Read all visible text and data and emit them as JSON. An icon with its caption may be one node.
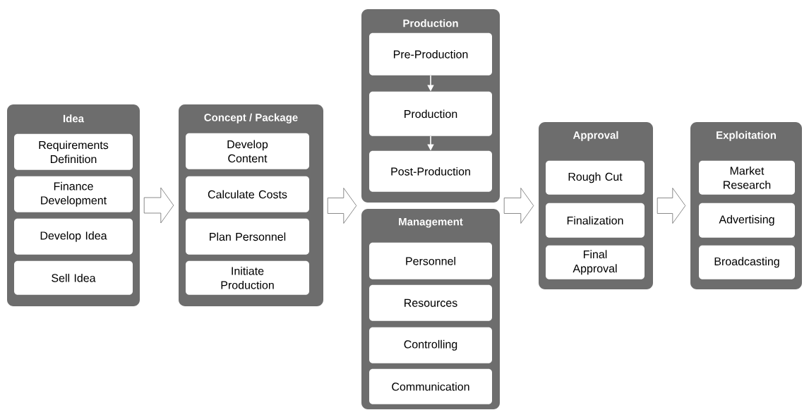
{
  "diagram": {
    "nodes": [
      {
        "text": [
          "Idea"
        ]
      },
      {
        "text": [
          "Requirements Definition"
        ],
        "in": 0
      },
      {
        "text": [
          "Finance Development"
        ],
        "in": 0
      },
      {
        "text": [
          "Develop Idea"
        ],
        "in": 0
      },
      {
        "text": [
          "Sell Idea"
        ],
        "in": 0
      },
      {
        "text": [
          "Concept / Package"
        ]
      },
      {
        "text": [
          "Develop Content"
        ],
        "in": 5
      },
      {
        "text": [
          "Calculate Costs"
        ],
        "in": 5
      },
      {
        "text": [
          "Plan Personnel"
        ],
        "in": 5
      },
      {
        "text": [
          "Initiate Production"
        ],
        "in": 5
      },
      {
        "text": [
          "Production"
        ]
      },
      {
        "text": [
          "Pre-Production"
        ],
        "in": 10
      },
      {
        "text": [
          "Production"
        ],
        "in": 10
      },
      {
        "text": [
          "Post-Production"
        ],
        "in": 10
      },
      {
        "text": [
          "Management"
        ]
      },
      {
        "text": [
          "Personnel"
        ],
        "in": 14
      },
      {
        "text": [
          "Resources"
        ],
        "in": 14
      },
      {
        "text": [
          "Controlling"
        ],
        "in": 14
      },
      {
        "text": [
          "Communication"
        ],
        "in": 14
      },
      {
        "text": [
          "Approval"
        ]
      },
      {
        "text": [
          "Rough Cut"
        ],
        "in": 19
      },
      {
        "text": [
          "Finalization"
        ],
        "in": 19
      },
      {
        "text": [
          "Final Approval"
        ],
        "in": 19
      },
      {
        "text": [
          "Exploitation"
        ]
      },
      {
        "text": [
          "Market Research"
        ],
        "in": 23
      },
      {
        "text": [
          "Advertising"
        ],
        "in": 23
      },
      {
        "text": [
          "Broadcasting"
        ],
        "in": 23
      }
    ],
    "edges": [
      {
        "from": 0,
        "to": 5,
        "arrow": "to"
      },
      {
        "from": 5,
        "to": 10,
        "arrow": "to"
      },
      {
        "from": 5,
        "to": 14,
        "arrow": "to"
      },
      {
        "from": 10,
        "to": 19,
        "arrow": "to"
      },
      {
        "from": 14,
        "to": 19,
        "arrow": "to"
      },
      {
        "from": 19,
        "to": 23,
        "arrow": "to"
      },
      {
        "from": 11,
        "to": 12,
        "arrow": "to"
      },
      {
        "from": 12,
        "to": 13,
        "arrow": "to"
      }
    ]
  }
}
